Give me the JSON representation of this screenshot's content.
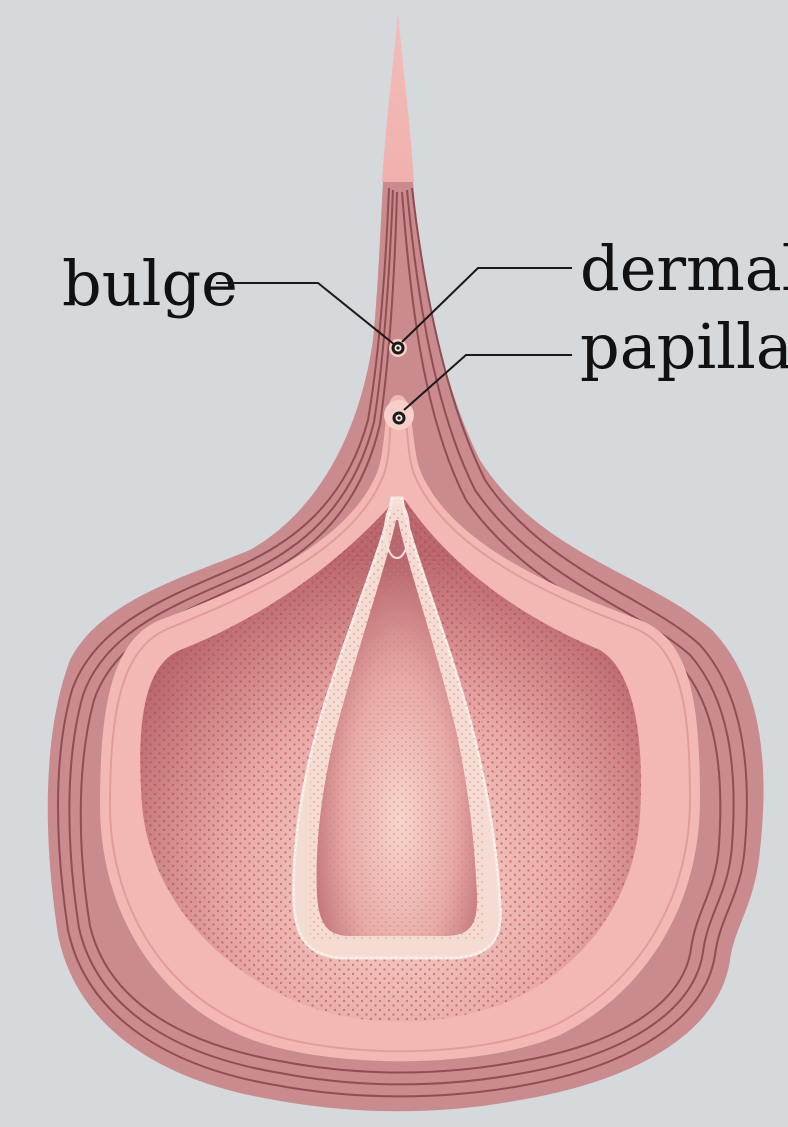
{
  "labels": {
    "bulge": "bulge",
    "dermal_line1": "dermal",
    "dermal_line2": "papilla"
  },
  "colors": {
    "background": "#d5d9dc",
    "outer_tissue": "#c98b8e",
    "outer_tissue_dark": "#a86a6e",
    "inner_band": "#f2b4b2",
    "cavity": "#d48d8f",
    "cavity_light": "#f4cfc6",
    "dots": "#c0404e",
    "leader_lines": "#1a1a1a",
    "text": "#111111"
  }
}
